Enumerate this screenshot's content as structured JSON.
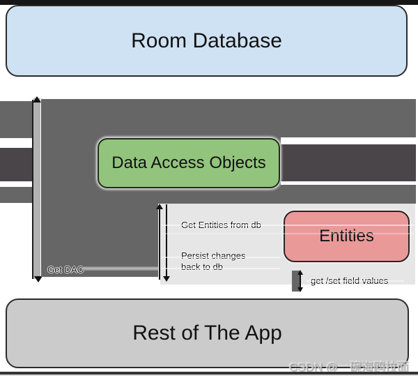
{
  "diagram": {
    "boxes": {
      "room": {
        "label": "Room Database",
        "fill": "#cfe2f3"
      },
      "dao": {
        "label": "Data Access Objects",
        "fill": "#93c47d"
      },
      "entities": {
        "label": "Entities",
        "fill": "#ea9999"
      },
      "app": {
        "label": "Rest of The App",
        "fill": "#cbcbcb"
      }
    },
    "labels": {
      "get_dao": "Get DAO",
      "get_entities": "Get Entities from db",
      "persist_line1": "Persist changes",
      "persist_line2": "back to db",
      "get_set": "get /set field values"
    },
    "colors": {
      "arrow_block_gray": "#666667",
      "dark_band_gray": "#4a4549",
      "vertical_bar_gray": "#b2b2b2",
      "panel_gray": "#e6e6e6",
      "edge_bar_black": "#161616"
    },
    "watermark": "CSDN @一碗海鸥拉面"
  }
}
